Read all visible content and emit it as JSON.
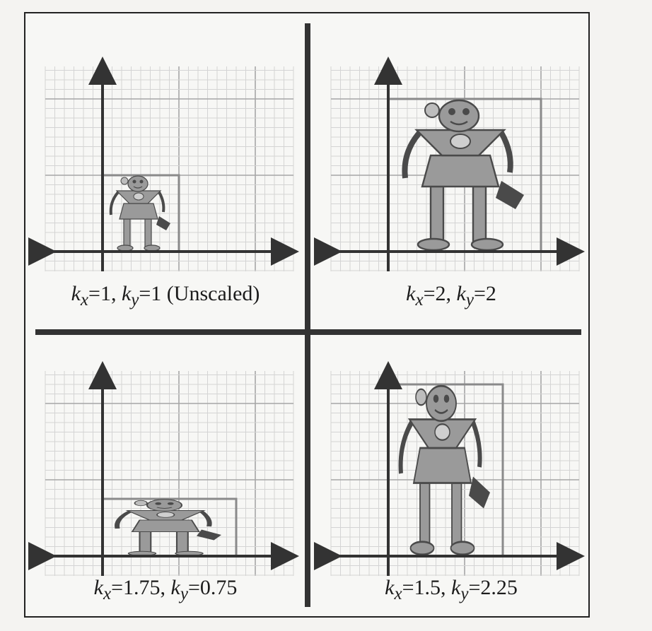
{
  "panels": [
    {
      "id": "unscaled",
      "kx": 1,
      "ky": 1,
      "caption": "k_x=1, k_y=1 (Unscaled)"
    },
    {
      "id": "uniform-2",
      "kx": 2,
      "ky": 2,
      "caption": "k_x=2, k_y=2"
    },
    {
      "id": "stretch-wide",
      "kx": 1.75,
      "ky": 0.75,
      "caption": "k_x=1.75, k_y=0.75"
    },
    {
      "id": "stretch-tall",
      "kx": 1.5,
      "ky": 2.25,
      "caption": "k_x=1.5, k_y=2.25"
    }
  ],
  "colors": {
    "axis": "#333333",
    "grid_fine": "#d4d4d4",
    "grid_major": "#a6a6a6",
    "frame": "#8a8a8a",
    "robot_fill": "#9a9a9a",
    "robot_dark": "#4a4a4a"
  }
}
